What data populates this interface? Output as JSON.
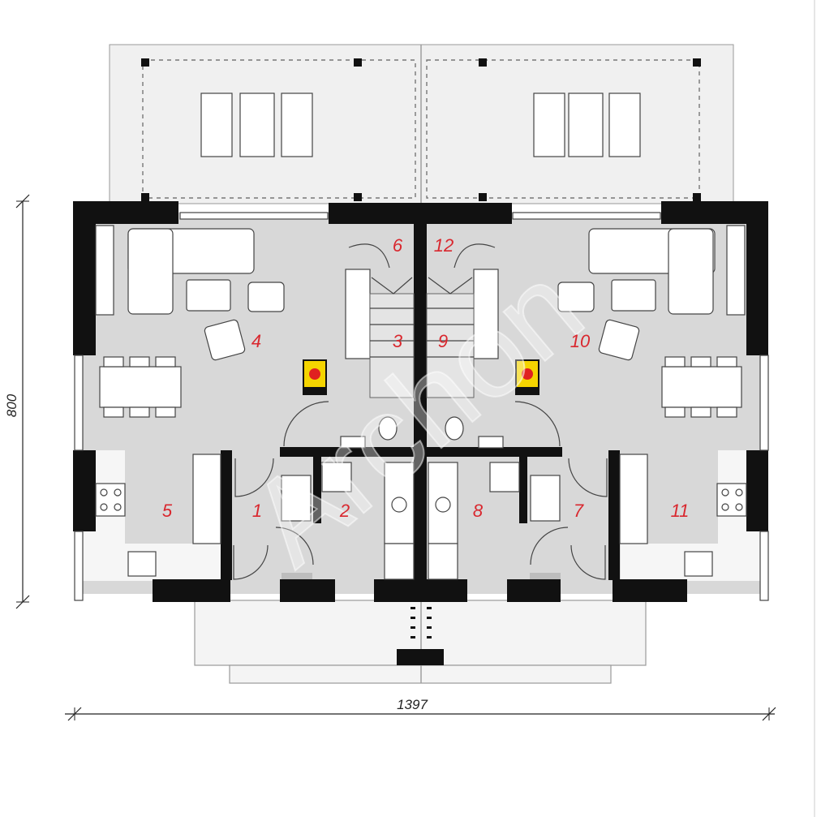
{
  "floor_plan": {
    "dimensions": {
      "height": "800",
      "width": "1397"
    },
    "rooms": [
      {
        "id": "1"
      },
      {
        "id": "2"
      },
      {
        "id": "3"
      },
      {
        "id": "4"
      },
      {
        "id": "5"
      },
      {
        "id": "6"
      },
      {
        "id": "7"
      },
      {
        "id": "8"
      },
      {
        "id": "9"
      },
      {
        "id": "10"
      },
      {
        "id": "11"
      },
      {
        "id": "12"
      }
    ],
    "watermark": "Archon",
    "colors": {
      "wall": "#111111",
      "floor": "#d8d8d8",
      "room_label": "#d9272e",
      "boiler": "#f5d400",
      "boiler_flame": "#e02020"
    }
  }
}
